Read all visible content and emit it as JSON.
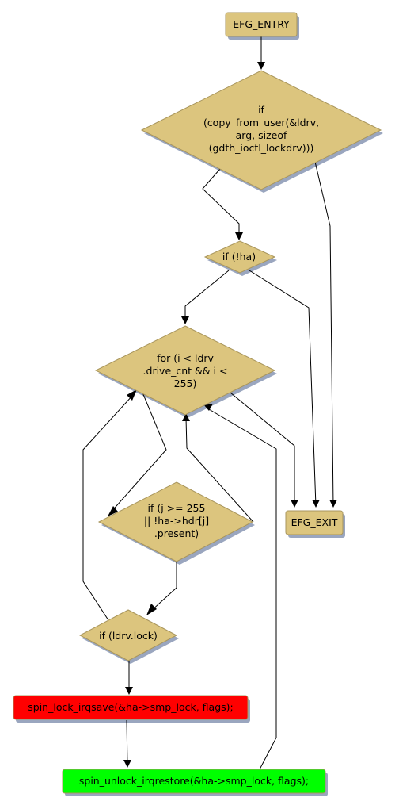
{
  "colors": {
    "decision_fill": "#dcc57e",
    "terminal_fill": "#dcc57e",
    "stroke": "#a8955c",
    "shadow": "#9aa6bf",
    "error_fill": "#ff0000",
    "success_fill": "#00ff00"
  },
  "nodes": {
    "entry": {
      "lines": [
        "EFG_ENTRY"
      ]
    },
    "copy_check": {
      "lines": [
        "if",
        "(copy_from_user(&ldrv,",
        "arg, sizeof",
        "(gdth_ioctl_lockdrv)))"
      ]
    },
    "ha_check": {
      "lines": [
        "if (!ha)"
      ]
    },
    "for_loop": {
      "lines": [
        "for (i < ldrv",
        ".drive_cnt && i <",
        "255)"
      ]
    },
    "hdr_check": {
      "lines": [
        "if (j >= 255",
        "|| !ha->hdr[j]",
        ".present)"
      ]
    },
    "lock_check": {
      "lines": [
        "if (ldrv.lock)"
      ]
    },
    "spin_lock": {
      "lines": [
        "spin_lock_irqsave(&ha->smp_lock, flags);"
      ]
    },
    "spin_unlock": {
      "lines": [
        "spin_unlock_irqrestore(&ha->smp_lock, flags);"
      ]
    },
    "exit": {
      "lines": [
        "EFG_EXIT"
      ]
    }
  }
}
